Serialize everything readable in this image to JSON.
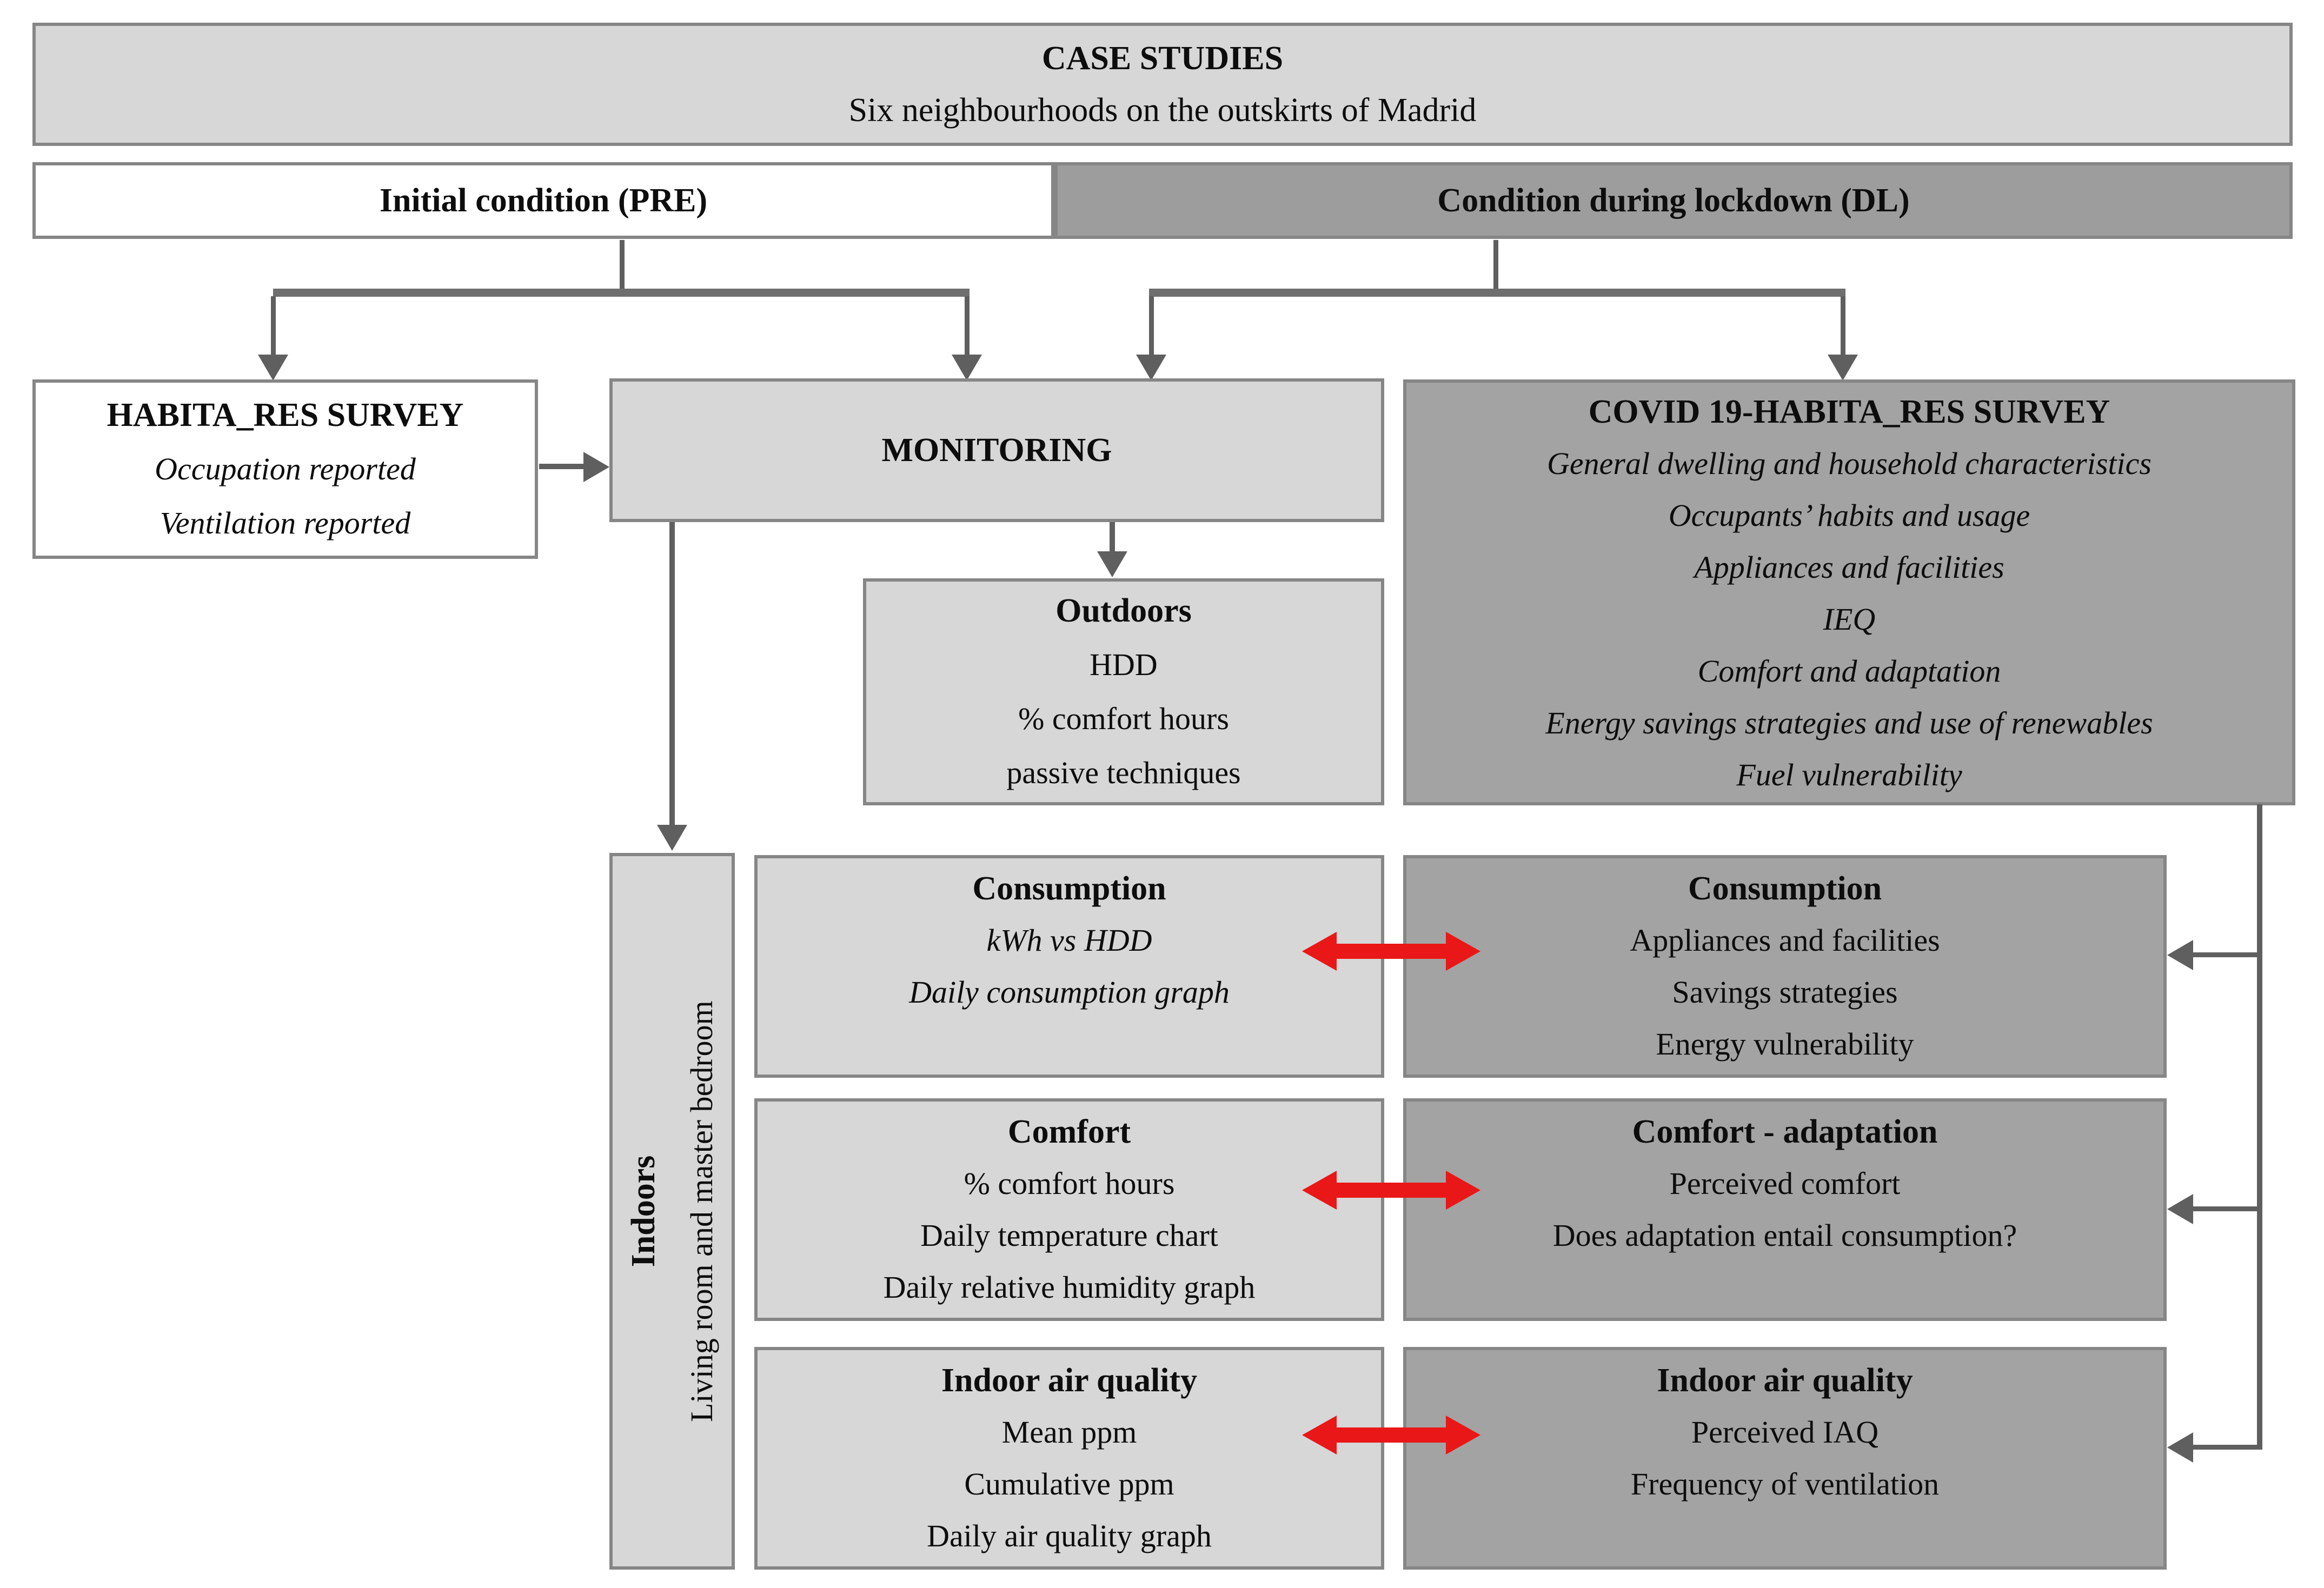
{
  "palette": {
    "light_gray": "#d7d7d7",
    "medium_gray": "#a3a3a3",
    "lockdown_gray": "#9d9d9d",
    "border_gray": "#868686",
    "connector_gray": "#5f5f5f",
    "red_arrow": "#e91717"
  },
  "header": {
    "title": "CASE STUDIES",
    "subtitle": "Six neighbourhoods on the outskirts of Madrid"
  },
  "phases": {
    "pre": "Initial condition (PRE)",
    "dl": "Condition during lockdown (DL)"
  },
  "habita_survey": {
    "title": "HABITA_RES SURVEY",
    "lines": [
      "Occupation reported",
      "Ventilation reported"
    ]
  },
  "monitoring": {
    "title": "MONITORING"
  },
  "covid_survey": {
    "title": "COVID 19-HABITA_RES SURVEY",
    "lines": [
      "General dwelling and household characteristics",
      "Occupants’ habits and usage",
      "Appliances and facilities",
      "IEQ",
      "Comfort and adaptation",
      "Energy savings strategies and use of renewables",
      "Fuel vulnerability"
    ]
  },
  "outdoors": {
    "title": "Outdoors",
    "lines": [
      "HDD",
      "% comfort hours",
      "passive techniques"
    ]
  },
  "indoors": {
    "title": "Indoors",
    "subtitle": "Living room and master bedroom"
  },
  "monitored_rows": {
    "consumption": {
      "title": "Consumption",
      "lines": [
        "kWh vs HDD",
        "Daily consumption graph"
      ]
    },
    "comfort": {
      "title": "Comfort",
      "lines": [
        "% comfort hours",
        "Daily temperature chart",
        "Daily relative humidity graph"
      ]
    },
    "iaq": {
      "title": "Indoor air quality",
      "lines": [
        "Mean ppm",
        "Cumulative ppm",
        "Daily air quality graph"
      ]
    }
  },
  "survey_rows": {
    "consumption": {
      "title": "Consumption",
      "lines": [
        "Appliances and facilities",
        "Savings strategies",
        "Energy vulnerability"
      ]
    },
    "comfort": {
      "title": "Comfort - adaptation",
      "lines": [
        "Perceived comfort",
        "Does adaptation entail consumption?"
      ]
    },
    "iaq": {
      "title": "Indoor air quality",
      "lines": [
        "Perceived IAQ",
        "Frequency of ventilation"
      ]
    }
  }
}
